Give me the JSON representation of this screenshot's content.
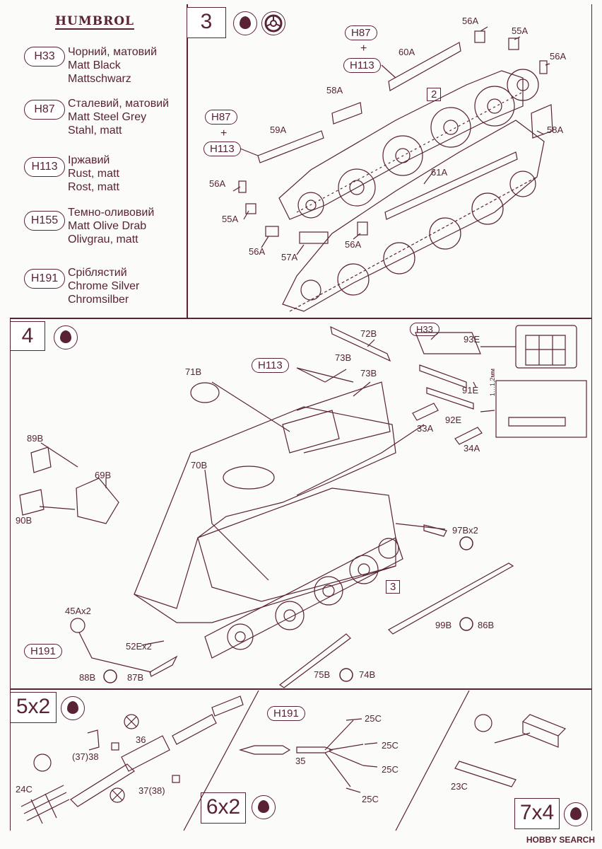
{
  "brand": "HUMBROL",
  "legend": [
    {
      "code": "H33",
      "lines": [
        "Чорний, матовий",
        "Matt Black",
        "Mattschwarz"
      ]
    },
    {
      "code": "H87",
      "lines": [
        "Сталевий, матовий",
        "Matt Steel Grey",
        "Stahl, matt"
      ]
    },
    {
      "code": "H113",
      "lines": [
        "Іржавий",
        "Rust, matt",
        "Rost, matt"
      ]
    },
    {
      "code": "H155",
      "lines": [
        "Темно-оливовий",
        "Matt Olive Drab",
        "Olivgrau, matt"
      ]
    },
    {
      "code": "H191",
      "lines": [
        "Сріблястий",
        "Chrome Silver",
        "Chromsilber"
      ]
    }
  ],
  "steps": {
    "step3": {
      "number": "3",
      "box_ref": "2"
    },
    "step4": {
      "number": "4",
      "box_ref": "3"
    },
    "step5": {
      "number": "5x2"
    },
    "step6": {
      "number": "6x2"
    },
    "step7": {
      "number": "7x4"
    }
  },
  "paint_callouts": {
    "s3_a": "H87",
    "s3_plus_a": "+",
    "s3_b": "H113",
    "s3_c": "H87",
    "s3_plus_b": "+",
    "s3_d": "H113",
    "s4_h33": "H33",
    "s4_h113": "H113",
    "s4_h191": "H191",
    "s6_h191": "H191"
  },
  "part_labels": {
    "s3": [
      "56A",
      "55A",
      "56A",
      "60A",
      "58A",
      "59A",
      "58A",
      "56A",
      "55A",
      "56A",
      "57A",
      "56A",
      "61A"
    ],
    "s4": [
      "72B",
      "73B",
      "73B",
      "71B",
      "93E",
      "91E",
      "92E",
      "33A",
      "34A",
      "89B",
      "69B",
      "90B",
      "70B",
      "97Bx2",
      "45Ax2",
      "52Ex2",
      "99B",
      "86B",
      "88B",
      "87B",
      "75B",
      "74B"
    ],
    "s5": [
      "36",
      "(37)38",
      "37(38)",
      "24C"
    ],
    "s6": [
      "25C",
      "25C",
      "25C",
      "25C",
      "35"
    ],
    "s7": [
      "23C"
    ]
  },
  "dimension_note": "1…1,2мм",
  "watermark": "HOBBY SEARCH"
}
